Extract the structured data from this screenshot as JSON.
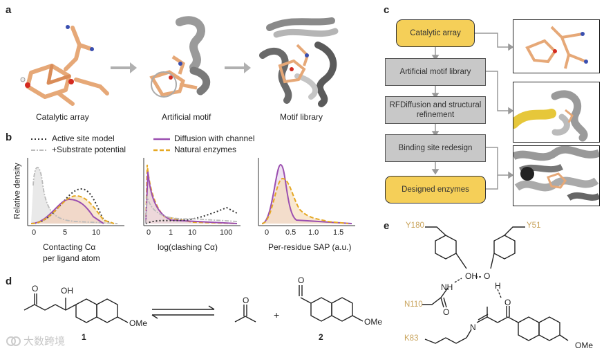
{
  "panels": {
    "a": "a",
    "b": "b",
    "c": "c",
    "d": "d",
    "e": "e"
  },
  "panel_a": {
    "labels": [
      "Catalytic array",
      "Artificial motif",
      "Motif library"
    ]
  },
  "panel_b": {
    "legend": {
      "active_site": "Active site model",
      "substrate": "+Substrate potential",
      "diffusion": "Diffusion with channel",
      "natural": "Natural enzymes"
    },
    "ylabel": "Relative density",
    "plots": [
      {
        "xlabel_line1": "Contacting Cα",
        "xlabel_line2": "per ligand atom",
        "ticks": [
          "0",
          "5",
          "10"
        ]
      },
      {
        "xlabel_line1": "log(clashing Cα)",
        "ticks": [
          "0",
          "1",
          "10",
          "100"
        ]
      },
      {
        "xlabel_line1": "Per-residue SAP (a.u.)",
        "ticks": [
          "0",
          "0.5",
          "1.0",
          "1.5"
        ]
      }
    ],
    "colors": {
      "active_site": "#333333",
      "substrate": "#bbbbbb",
      "diffusion": "#9b4fb0",
      "natural": "#e5a823"
    }
  },
  "panel_c": {
    "steps": [
      "Catalytic array",
      "Artificial motif library",
      "RFDiffusion and structural refinement",
      "Binding site redesign",
      "Designed enzymes"
    ]
  },
  "panel_d": {
    "compound1": "1",
    "compound2": "2",
    "ome1": "OMe",
    "ome2": "OMe",
    "o_ketone": "O",
    "oh": "OH",
    "o_acetone": "O",
    "o_aldehyde": "O",
    "plus": "+"
  },
  "panel_e": {
    "residues": [
      "Y180",
      "Y51",
      "N110",
      "K83"
    ],
    "atoms": {
      "oh": "OH",
      "h": "H",
      "o_top": "O",
      "nh": "NH",
      "o_amide": "O",
      "n_imine": "N",
      "o_ketone": "O",
      "ome": "OMe"
    }
  },
  "watermark": "大数跨境"
}
